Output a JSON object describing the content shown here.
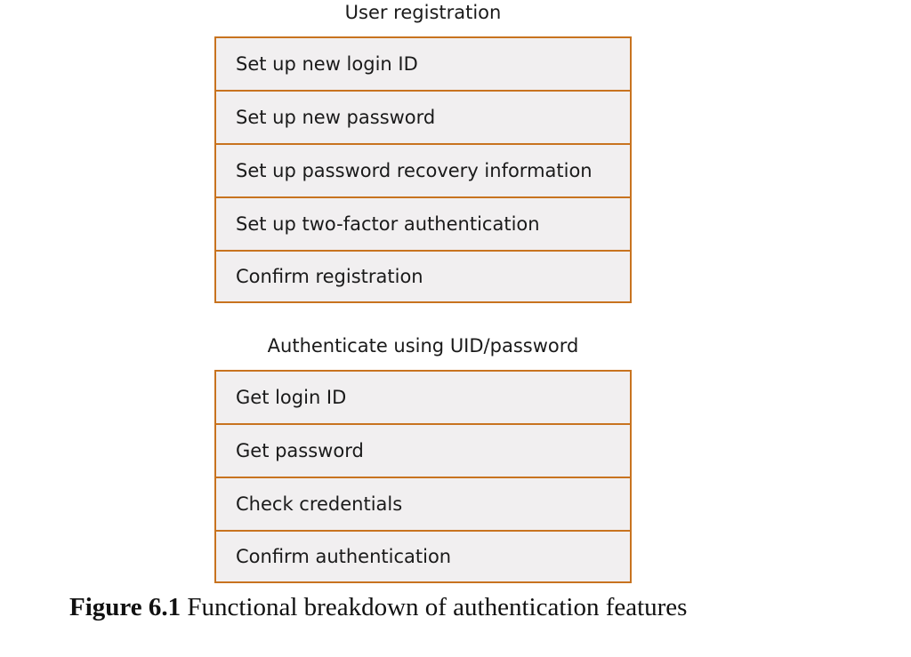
{
  "groups": [
    {
      "title": "User registration",
      "items": [
        "Set up new login ID",
        "Set up new password",
        "Set up password recovery information",
        "Set up two-factor authentication",
        "Confirm registration"
      ]
    },
    {
      "title": "Authenticate using UID/password",
      "items": [
        "Get login ID",
        "Get password",
        "Check credentials",
        "Confirm authentication"
      ]
    }
  ],
  "caption": {
    "number": "Figure 6.1",
    "text": "Functional breakdown of authentication features"
  },
  "colors": {
    "border": "#c8731f",
    "box_fill": "#f1eff0"
  }
}
